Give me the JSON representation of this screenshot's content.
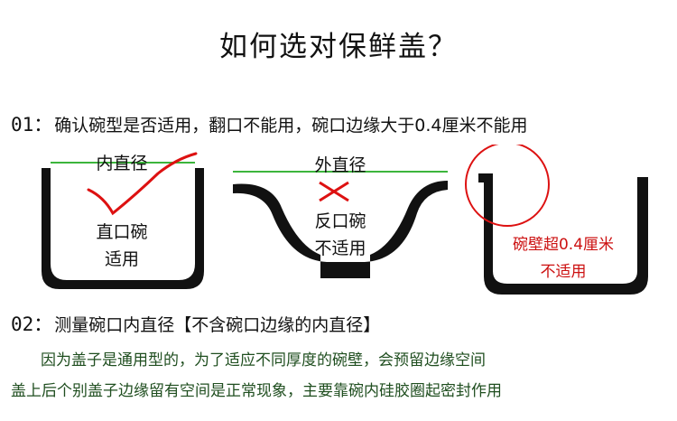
{
  "title": "如何选对保鲜盖？",
  "step1": {
    "number": "01：",
    "text": "确认碗型是否适用，翻口不能用，碗口边缘大于0.4厘米不能用"
  },
  "step2": {
    "number": "02：",
    "text": "测量碗口内直径【不含碗口边缘的内直径】"
  },
  "bowls": [
    {
      "top_label": "内直径",
      "label_line1": "直口碗",
      "label_line2": "适用"
    },
    {
      "top_label": "外直径",
      "label_line1": "反口碗",
      "label_line2": "不适用"
    },
    {
      "label_line1": "碗壁超0.4厘米",
      "label_line2": "不适用"
    }
  ],
  "notes": [
    "因为盖子是通用型的，为了适应不同厚度的碗壁，会预留边缘空间",
    "盖上后个别盖子边缘留有空间是正常现象，主要靠碗内硅胶圈起密封作用"
  ],
  "colors": {
    "measure_line": "#3cb53c",
    "mark_red": "#dd1111",
    "bowl_outline": "#111111",
    "note_text": "#1f4e1f"
  }
}
